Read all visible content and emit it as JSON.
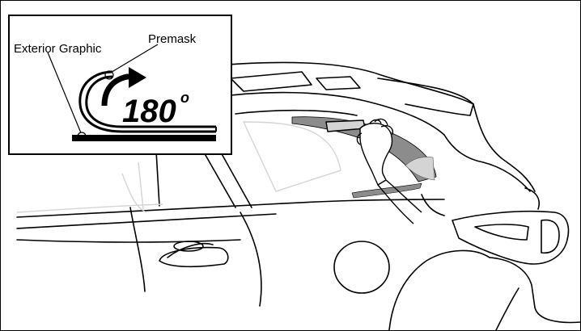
{
  "figure": {
    "labels": {
      "exterior_graphic": "Exterior Graphic",
      "premask": "Premask",
      "rotation_value": "180",
      "rotation_unit": "o"
    },
    "colors": {
      "line": "#000000",
      "gray_stripe": "#8c8c8c",
      "light_gray": "#d4d4d4",
      "background": "#ffffff"
    },
    "icons": [
      "curved-arrow-icon",
      "hand-icon"
    ]
  }
}
